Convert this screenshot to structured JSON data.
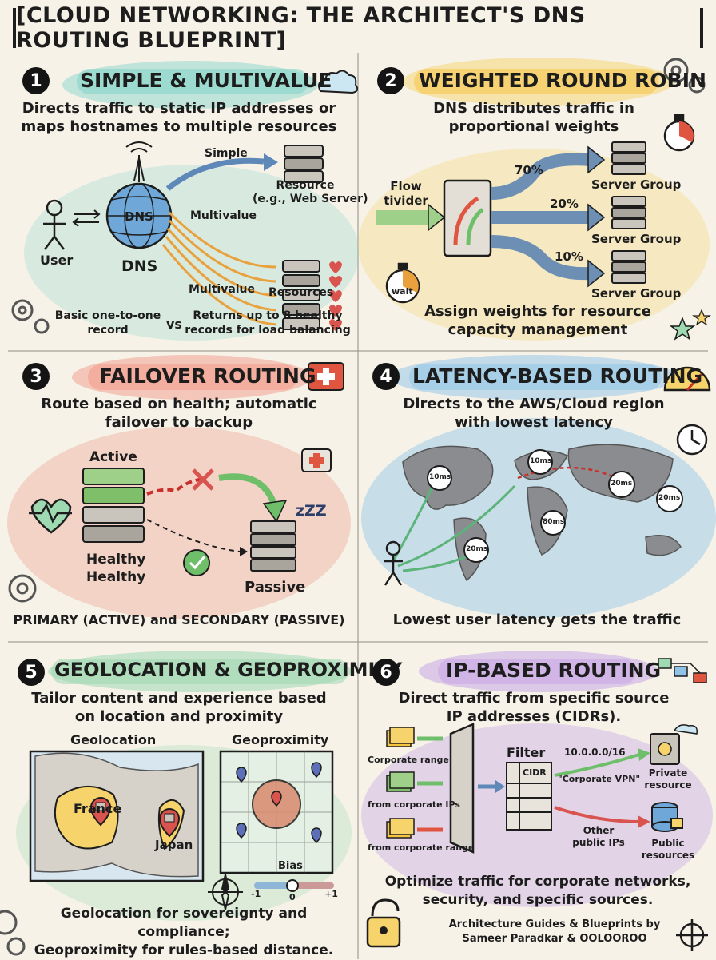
{
  "title": "[CLOUD NETWORKING: THE ARCHITECT'S DNS ROUTING BLUEPRINT]",
  "panels": {
    "p1": {
      "number": "1",
      "title": "SIMPLE & MULTIVALUE",
      "subtitle_line1": "Directs traffic to static IP addresses or",
      "subtitle_line2": "maps hostnames to multiple resources",
      "user_label": "User",
      "dns_globe_label": "DNS",
      "dns_label": "DNS",
      "simple_label": "Simple",
      "multivalue_label_1": "Multivalue",
      "multivalue_label_2": "Multivalue",
      "resource_label": "Resource",
      "resource_example": "(e.g., Web Server)",
      "resources_label": "Resources",
      "caption_left_1": "Basic one-to-one",
      "caption_left_2": "record",
      "vs": "vs",
      "caption_right_1": "Returns up to 8 healthy",
      "caption_right_2": "records for load balancing"
    },
    "p2": {
      "number": "2",
      "title": "WEIGHTED ROUND ROBIN",
      "subtitle_line1": "DNS distributes traffic in",
      "subtitle_line2": "proportional weights",
      "flow_label_1": "Flow",
      "flow_label_2": "tivider",
      "weights": [
        "70%",
        "20%",
        "10%"
      ],
      "server_group_label": "Server Group",
      "stopwatch_label": "wait",
      "caption_1": "Assign weights for resource",
      "caption_2": "capacity management"
    },
    "p3": {
      "number": "3",
      "title": "FAILOVER ROUTING",
      "subtitle_line1": "Route based on health; automatic",
      "subtitle_line2": "failover to backup",
      "active_label": "Active",
      "healthy_1": "Healthy",
      "healthy_2": "Healthy",
      "passive_label": "Passive",
      "zzz": "zZZ",
      "caption": "PRIMARY (ACTIVE) and SECONDARY (PASSIVE)"
    },
    "p4": {
      "number": "4",
      "title": "LATENCY-BASED ROUTING",
      "subtitle_line1": "Directs to the AWS/Cloud region",
      "subtitle_line2": "with lowest latency",
      "timers": [
        "10ms",
        "10ms",
        "20ms",
        "20ms",
        "80ms",
        "20ms"
      ],
      "caption": "Lowest user latency gets the traffic"
    },
    "p5": {
      "number": "5",
      "title": "GEOLOCATION & GEOPROXIMITY",
      "subtitle_line1": "Tailor content and experience based",
      "subtitle_line2": "on location and proximity",
      "geolocation_label": "Geolocation",
      "geoproximity_label": "Geoproximity",
      "france_label": "France",
      "japan_label": "Japan",
      "bias_label": "Bias",
      "bias_min": "-1",
      "bias_mid": "0",
      "bias_max": "+1",
      "caption_1": "Geolocation for sovereignty and compliance;",
      "caption_2": "Geoproximity for rules-based distance."
    },
    "p6": {
      "number": "6",
      "title": "IP-BASED ROUTING",
      "subtitle_line1": "Direct traffic from specific source",
      "subtitle_line2": "IP addresses (CIDRs).",
      "source_1": "Corporate range",
      "source_2": "from corporate IPs",
      "source_3": "from corporate range",
      "filter_label": "Filter",
      "cidr_label": "CIDR",
      "cidr_value": "10.0.0.0/16",
      "vpn_label": "\"Corporate VPN\"",
      "private_1": "Private",
      "private_2": "resource",
      "other_1": "Other",
      "other_2": "public IPs",
      "public_1": "Public",
      "public_2": "resources",
      "caption_1": "Optimize traffic for corporate networks,",
      "caption_2": "security, and specific sources.",
      "credit_1": "Architecture Guides & Blueprints by",
      "credit_2": "Sameer Paradkar & OOLOOROO"
    }
  },
  "colors": {
    "ink": "#1d1d1d",
    "teal_wash": "#7fd3c8",
    "yellow_wash": "#f6d36b",
    "red_wash": "#f29a8a",
    "blue_wash": "#8fc4e8",
    "green_wash": "#9fd9b2",
    "purple_wash": "#c7a6e6",
    "arrow_blue": "#5d88b8",
    "arrow_orange": "#e8a13c",
    "arrow_green": "#6fbf6a",
    "heart_red": "#d9534f"
  }
}
